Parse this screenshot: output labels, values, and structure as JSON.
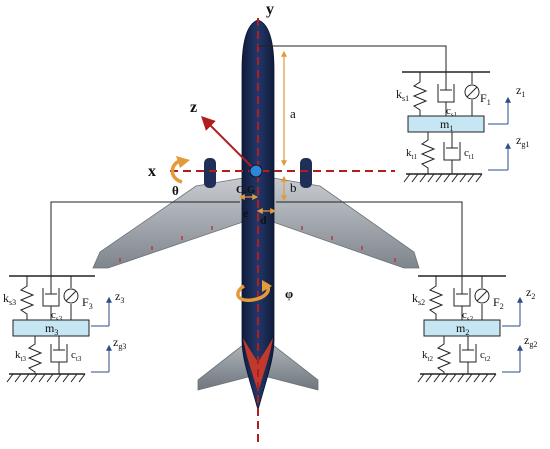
{
  "axes": {
    "y": "y",
    "x": "x",
    "z": "z",
    "theta": "θ",
    "phi": "φ",
    "cg": "C.G"
  },
  "dims": {
    "a": "a",
    "b": "b",
    "d": "d",
    "e": "e"
  },
  "units": [
    {
      "id": "1",
      "ks": "k",
      "ks_sub": "s1",
      "cs": "c",
      "cs_sub": "s1",
      "F": "F",
      "F_sub": "1",
      "z": "z",
      "z_sub": "1",
      "m": "m",
      "m_sub": "1",
      "kt": "k",
      "kt_sub": "t1",
      "ct": "c",
      "ct_sub": "t1",
      "zg": "z",
      "zg_sub": "g1"
    },
    {
      "id": "2",
      "ks": "k",
      "ks_sub": "s2",
      "cs": "c",
      "cs_sub": "s2",
      "F": "F",
      "F_sub": "2",
      "z": "z",
      "z_sub": "2",
      "m": "m",
      "m_sub": "2",
      "kt": "k",
      "kt_sub": "t2",
      "ct": "c",
      "ct_sub": "t2",
      "zg": "z",
      "zg_sub": "g2"
    },
    {
      "id": "3",
      "ks": "k",
      "ks_sub": "s3",
      "cs": "c",
      "cs_sub": "s3",
      "F": "F",
      "F_sub": "3",
      "z": "z",
      "z_sub": "3",
      "m": "m",
      "m_sub": "3",
      "kt": "k",
      "kt_sub": "t3",
      "ct": "c",
      "ct_sub": "t3",
      "zg": "z",
      "zg_sub": "g3"
    }
  ],
  "colors": {
    "axis": "#b21e1e",
    "dim": "#e09a3c",
    "fuselage": "#1b2d55",
    "wing": "#9aa0a6",
    "mass": "#c5e6f2",
    "arrow": "#2b4d8a",
    "cg": "#2f86d6"
  }
}
